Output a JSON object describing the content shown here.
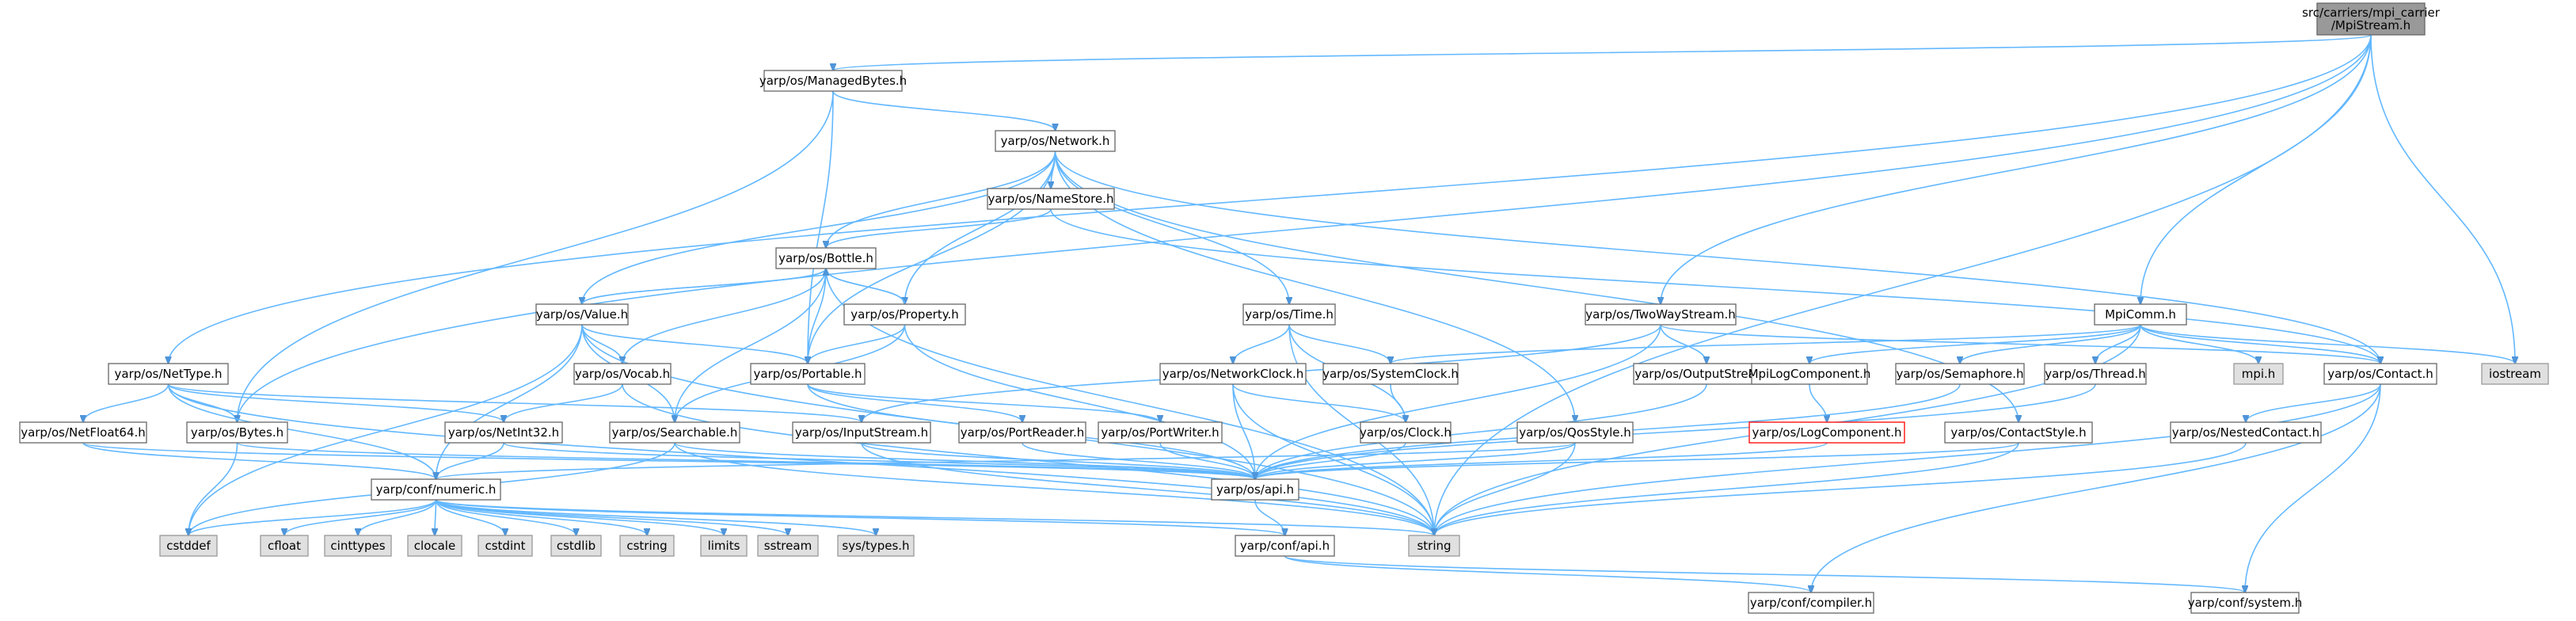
{
  "colors": {
    "edge": "#63b8ff",
    "edge_arrow": "#4f95d9",
    "box_border": "#666666",
    "box_fill": "#ffffff",
    "root_fill": "#999999",
    "system_fill": "#e0e0e0",
    "system_border": "#999999",
    "truncated_border": "#ff0000"
  },
  "nodes": [
    {
      "id": "root",
      "label": "src/carriers/mpi_carrier\n/MpiStream.h",
      "style": "root"
    },
    {
      "id": "managed",
      "label": "yarp/os/ManagedBytes.h",
      "style": "normal"
    },
    {
      "id": "network",
      "label": "yarp/os/Network.h",
      "style": "normal"
    },
    {
      "id": "namestore",
      "label": "yarp/os/NameStore.h",
      "style": "normal"
    },
    {
      "id": "bottle",
      "label": "yarp/os/Bottle.h",
      "style": "normal"
    },
    {
      "id": "value",
      "label": "yarp/os/Value.h",
      "style": "normal"
    },
    {
      "id": "property",
      "label": "yarp/os/Property.h",
      "style": "normal"
    },
    {
      "id": "time",
      "label": "yarp/os/Time.h",
      "style": "normal"
    },
    {
      "id": "twoway",
      "label": "yarp/os/TwoWayStream.h",
      "style": "normal"
    },
    {
      "id": "mpicomm",
      "label": "MpiComm.h",
      "style": "normal"
    },
    {
      "id": "nettype",
      "label": "yarp/os/NetType.h",
      "style": "normal"
    },
    {
      "id": "vocab",
      "label": "yarp/os/Vocab.h",
      "style": "normal"
    },
    {
      "id": "portable",
      "label": "yarp/os/Portable.h",
      "style": "normal"
    },
    {
      "id": "netclock",
      "label": "yarp/os/NetworkClock.h",
      "style": "normal"
    },
    {
      "id": "sysclock",
      "label": "yarp/os/SystemClock.h",
      "style": "normal"
    },
    {
      "id": "outstream",
      "label": "yarp/os/OutputStream.h",
      "style": "normal"
    },
    {
      "id": "mpilogcomp",
      "label": "MpiLogComponent.h",
      "style": "normal"
    },
    {
      "id": "semaphore",
      "label": "yarp/os/Semaphore.h",
      "style": "normal"
    },
    {
      "id": "thread",
      "label": "yarp/os/Thread.h",
      "style": "normal"
    },
    {
      "id": "mpih",
      "label": "mpi.h",
      "style": "system"
    },
    {
      "id": "contact",
      "label": "yarp/os/Contact.h",
      "style": "normal"
    },
    {
      "id": "iostream",
      "label": "iostream",
      "style": "system"
    },
    {
      "id": "netfloat",
      "label": "yarp/os/NetFloat64.h",
      "style": "normal"
    },
    {
      "id": "bytes",
      "label": "yarp/os/Bytes.h",
      "style": "normal"
    },
    {
      "id": "netint",
      "label": "yarp/os/NetInt32.h",
      "style": "normal"
    },
    {
      "id": "searchable",
      "label": "yarp/os/Searchable.h",
      "style": "normal"
    },
    {
      "id": "instream",
      "label": "yarp/os/InputStream.h",
      "style": "normal"
    },
    {
      "id": "portreader",
      "label": "yarp/os/PortReader.h",
      "style": "normal"
    },
    {
      "id": "portwriter",
      "label": "yarp/os/PortWriter.h",
      "style": "normal"
    },
    {
      "id": "clock",
      "label": "yarp/os/Clock.h",
      "style": "normal"
    },
    {
      "id": "qos",
      "label": "yarp/os/QosStyle.h",
      "style": "normal"
    },
    {
      "id": "logcomp",
      "label": "yarp/os/LogComponent.h",
      "style": "truncated"
    },
    {
      "id": "contactstyle",
      "label": "yarp/os/ContactStyle.h",
      "style": "normal"
    },
    {
      "id": "nested",
      "label": "yarp/os/NestedContact.h",
      "style": "normal"
    },
    {
      "id": "numeric",
      "label": "yarp/conf/numeric.h",
      "style": "normal"
    },
    {
      "id": "api",
      "label": "yarp/os/api.h",
      "style": "normal"
    },
    {
      "id": "cstddef",
      "label": "cstddef",
      "style": "system"
    },
    {
      "id": "cfloat",
      "label": "cfloat",
      "style": "system"
    },
    {
      "id": "cinttypes",
      "label": "cinttypes",
      "style": "system"
    },
    {
      "id": "clocale",
      "label": "clocale",
      "style": "system"
    },
    {
      "id": "cstdint",
      "label": "cstdint",
      "style": "system"
    },
    {
      "id": "cstdlib",
      "label": "cstdlib",
      "style": "system"
    },
    {
      "id": "cstring",
      "label": "cstring",
      "style": "system"
    },
    {
      "id": "limits",
      "label": "limits",
      "style": "system"
    },
    {
      "id": "sstream",
      "label": "sstream",
      "style": "system"
    },
    {
      "id": "systypes",
      "label": "sys/types.h",
      "style": "system"
    },
    {
      "id": "string",
      "label": "string",
      "style": "system"
    },
    {
      "id": "confapi",
      "label": "yarp/conf/api.h",
      "style": "normal"
    },
    {
      "id": "compiler",
      "label": "yarp/conf/compiler.h",
      "style": "normal"
    },
    {
      "id": "system",
      "label": "yarp/conf/system.h",
      "style": "normal"
    }
  ],
  "edges": [
    [
      "root",
      "managed"
    ],
    [
      "root",
      "twoway"
    ],
    [
      "root",
      "mpicomm"
    ],
    [
      "root",
      "nettype"
    ],
    [
      "root",
      "bytes"
    ],
    [
      "root",
      "iostream"
    ],
    [
      "root",
      "string"
    ],
    [
      "managed",
      "network"
    ],
    [
      "managed",
      "bytes"
    ],
    [
      "managed",
      "portable"
    ],
    [
      "network",
      "namestore"
    ],
    [
      "network",
      "bottle"
    ],
    [
      "network",
      "value"
    ],
    [
      "network",
      "property"
    ],
    [
      "network",
      "time"
    ],
    [
      "network",
      "portable"
    ],
    [
      "network",
      "qos"
    ],
    [
      "network",
      "contact"
    ],
    [
      "network",
      "contactstyle"
    ],
    [
      "namestore",
      "bottle"
    ],
    [
      "namestore",
      "contact"
    ],
    [
      "bottle",
      "value"
    ],
    [
      "bottle",
      "property"
    ],
    [
      "bottle",
      "vocab"
    ],
    [
      "bottle",
      "portable"
    ],
    [
      "bottle",
      "searchable"
    ],
    [
      "bottle",
      "string"
    ],
    [
      "value",
      "bottle"
    ],
    [
      "value",
      "vocab"
    ],
    [
      "value",
      "portable"
    ],
    [
      "value",
      "searchable"
    ],
    [
      "value",
      "numeric"
    ],
    [
      "value",
      "cstddef"
    ],
    [
      "value",
      "string"
    ],
    [
      "property",
      "bottle"
    ],
    [
      "property",
      "portable"
    ],
    [
      "property",
      "searchable"
    ],
    [
      "property",
      "api"
    ],
    [
      "time",
      "netclock"
    ],
    [
      "time",
      "sysclock"
    ],
    [
      "time",
      "clock"
    ],
    [
      "time",
      "string"
    ],
    [
      "twoway",
      "outstream"
    ],
    [
      "twoway",
      "instream"
    ],
    [
      "twoway",
      "contact"
    ],
    [
      "twoway",
      "api"
    ],
    [
      "mpicomm",
      "mpilogcomp"
    ],
    [
      "mpicomm",
      "semaphore"
    ],
    [
      "mpicomm",
      "thread"
    ],
    [
      "mpicomm",
      "mpih"
    ],
    [
      "mpicomm",
      "contact"
    ],
    [
      "mpicomm",
      "iostream"
    ],
    [
      "mpicomm",
      "sysclock"
    ],
    [
      "mpicomm",
      "string"
    ],
    [
      "nettype",
      "netfloat"
    ],
    [
      "nettype",
      "bytes"
    ],
    [
      "nettype",
      "netint"
    ],
    [
      "nettype",
      "instream"
    ],
    [
      "nettype",
      "numeric"
    ],
    [
      "nettype",
      "string"
    ],
    [
      "vocab",
      "netint"
    ],
    [
      "vocab",
      "string"
    ],
    [
      "portable",
      "portreader"
    ],
    [
      "portable",
      "portwriter"
    ],
    [
      "portable",
      "api"
    ],
    [
      "netclock",
      "clock"
    ],
    [
      "netclock",
      "api"
    ],
    [
      "netclock",
      "string"
    ],
    [
      "sysclock",
      "clock"
    ],
    [
      "outstream",
      "api"
    ],
    [
      "mpilogcomp",
      "logcomp"
    ],
    [
      "semaphore",
      "api"
    ],
    [
      "thread",
      "api"
    ],
    [
      "contact",
      "nested"
    ],
    [
      "contact",
      "string"
    ],
    [
      "contact",
      "compiler"
    ],
    [
      "contact",
      "system"
    ],
    [
      "netfloat",
      "numeric"
    ],
    [
      "netfloat",
      "api"
    ],
    [
      "bytes",
      "cstddef"
    ],
    [
      "bytes",
      "api"
    ],
    [
      "netint",
      "numeric"
    ],
    [
      "netint",
      "api"
    ],
    [
      "searchable",
      "cstddef"
    ],
    [
      "searchable",
      "api"
    ],
    [
      "searchable",
      "string"
    ],
    [
      "instream",
      "api"
    ],
    [
      "instream",
      "string"
    ],
    [
      "portreader",
      "api"
    ],
    [
      "portwriter",
      "api"
    ],
    [
      "clock",
      "api"
    ],
    [
      "qos",
      "api"
    ],
    [
      "qos",
      "string"
    ],
    [
      "qos",
      "numeric"
    ],
    [
      "logcomp",
      "api"
    ],
    [
      "contactstyle",
      "api"
    ],
    [
      "contactstyle",
      "string"
    ],
    [
      "nested",
      "string"
    ],
    [
      "numeric",
      "cstddef"
    ],
    [
      "numeric",
      "cfloat"
    ],
    [
      "numeric",
      "cinttypes"
    ],
    [
      "numeric",
      "clocale"
    ],
    [
      "numeric",
      "cstdint"
    ],
    [
      "numeric",
      "cstdlib"
    ],
    [
      "numeric",
      "cstring"
    ],
    [
      "numeric",
      "limits"
    ],
    [
      "numeric",
      "sstream"
    ],
    [
      "numeric",
      "systypes"
    ],
    [
      "numeric",
      "string"
    ],
    [
      "numeric",
      "confapi"
    ],
    [
      "api",
      "confapi"
    ],
    [
      "confapi",
      "compiler"
    ],
    [
      "confapi",
      "system"
    ]
  ]
}
